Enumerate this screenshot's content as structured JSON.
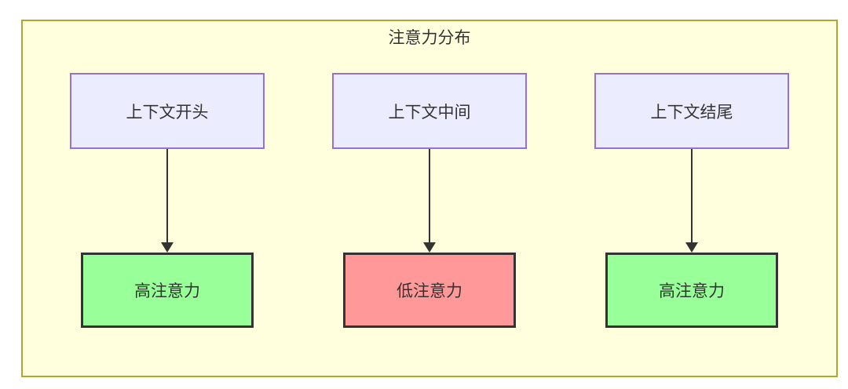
{
  "diagram": {
    "title": "注意力分布",
    "type": "flowchart-top-down",
    "columns": [
      {
        "source": {
          "label": "上下文开头"
        },
        "target": {
          "label": "高注意力",
          "level": "high"
        }
      },
      {
        "source": {
          "label": "上下文中间"
        },
        "target": {
          "label": "低注意力",
          "level": "low"
        }
      },
      {
        "source": {
          "label": "上下文结尾"
        },
        "target": {
          "label": "高注意力",
          "level": "high"
        }
      }
    ],
    "colors": {
      "page_background": "#ffffff",
      "cluster_fill": "#ffffde",
      "cluster_border": "#aaaa33",
      "source_node_fill": "#ececff",
      "source_node_border": "#9370db",
      "high_attention_fill": "#99ff99",
      "low_attention_fill": "#ff9999",
      "attention_node_border": "#333333",
      "edge": "#333333",
      "text": "#333333"
    }
  }
}
